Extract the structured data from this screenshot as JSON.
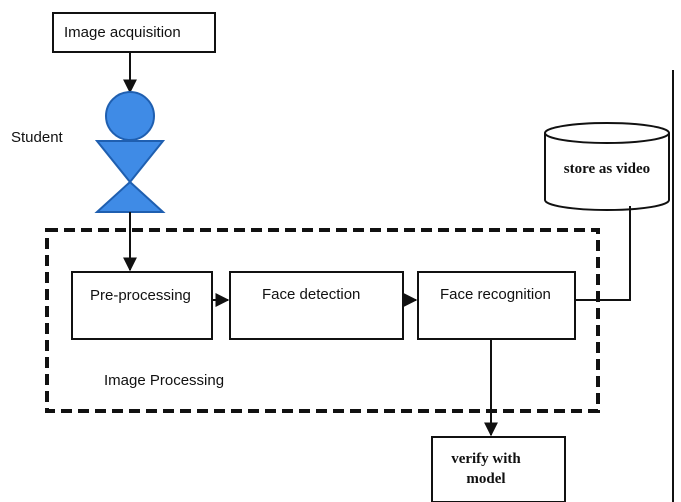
{
  "nodes": {
    "image_acquisition": "Image acquisition",
    "student": "Student",
    "preprocessing": "Pre-processing",
    "face_detection": "Face detection",
    "face_recognition": "Face recognition",
    "store_as_video": "store as video",
    "verify_with_model": "verify with\nmodel",
    "image_processing_group": "Image Processing"
  },
  "colors": {
    "actor_fill": "#3f8be6",
    "actor_stroke": "#1f5fb0",
    "line": "#111111"
  },
  "icons": [
    "person-actor-icon",
    "database-cylinder-icon"
  ]
}
